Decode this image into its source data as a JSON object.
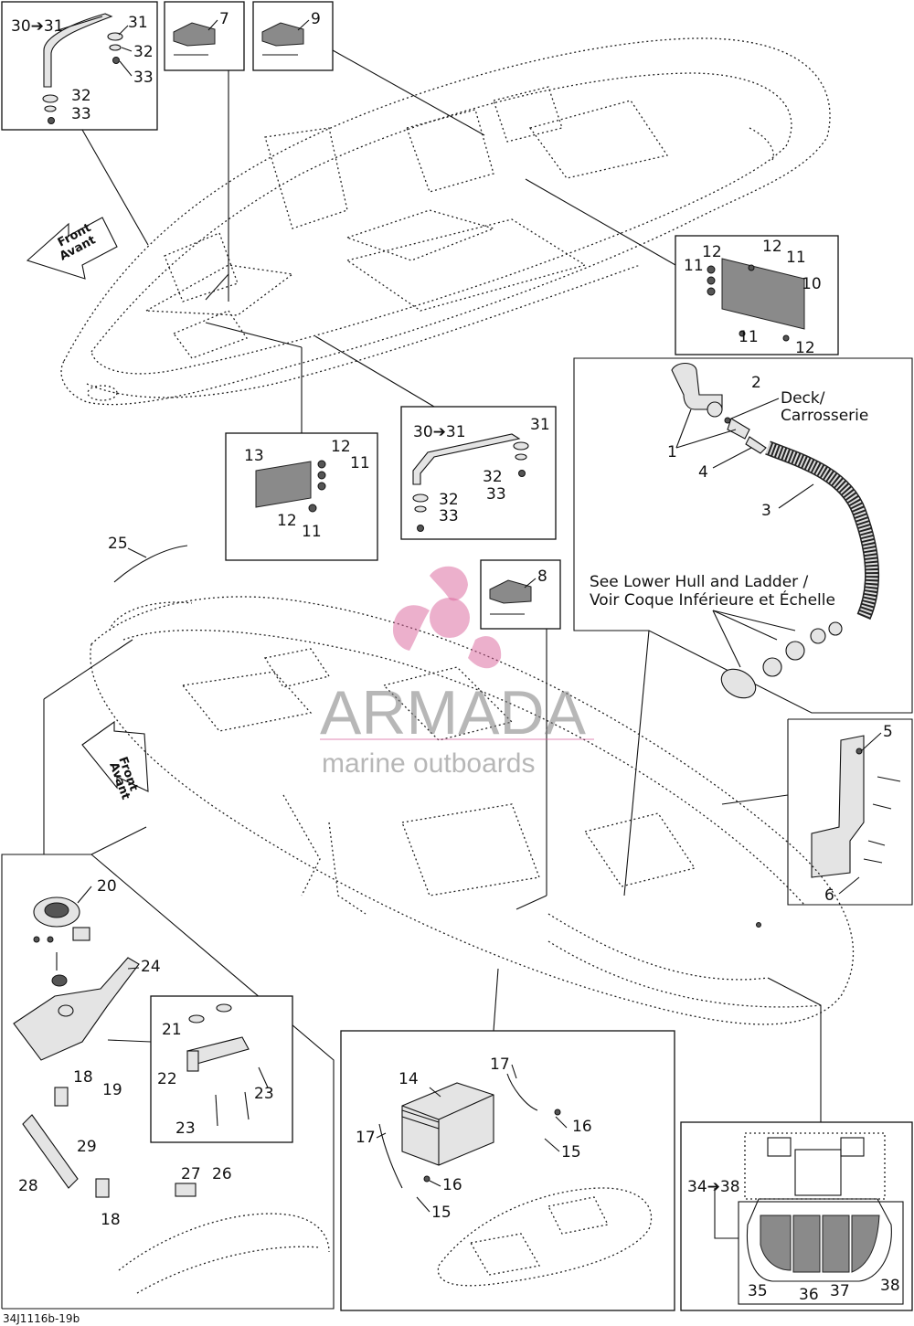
{
  "notes": {
    "deck": "Deck/",
    "carrosserie": "Carrosserie",
    "see_lower_hull": "See Lower Hull and Ladder /",
    "voir_coque": "Voir Coque Inférieure et Échelle"
  },
  "front": {
    "line1": "Front",
    "line2": "Avant"
  },
  "watermark": {
    "brand": "ARMADA",
    "tagline": "marine outboards"
  },
  "figure_code": "34J1116b-19b",
  "callouts": {
    "c1": "1",
    "c2": "2",
    "c3": "3",
    "c4": "4",
    "c5": "5",
    "c6": "6",
    "c7": "7",
    "c8": "8",
    "c9": "9",
    "c10": "10",
    "c11": "11",
    "c12": "12",
    "c13": "13",
    "c14": "14",
    "c15": "15",
    "c16": "16",
    "c17": "17",
    "c18": "18",
    "c19": "19",
    "c20": "20",
    "c21": "21",
    "c22": "22",
    "c23": "23",
    "c24": "24",
    "c25": "25",
    "c26": "26",
    "c27": "27",
    "c28": "28",
    "c29": "29",
    "c30_31": "30➔31",
    "c31": "31",
    "c32": "32",
    "c33": "33",
    "c34_38": "34➔38",
    "c35": "35",
    "c36": "36",
    "c37": "37",
    "c38": "38"
  }
}
